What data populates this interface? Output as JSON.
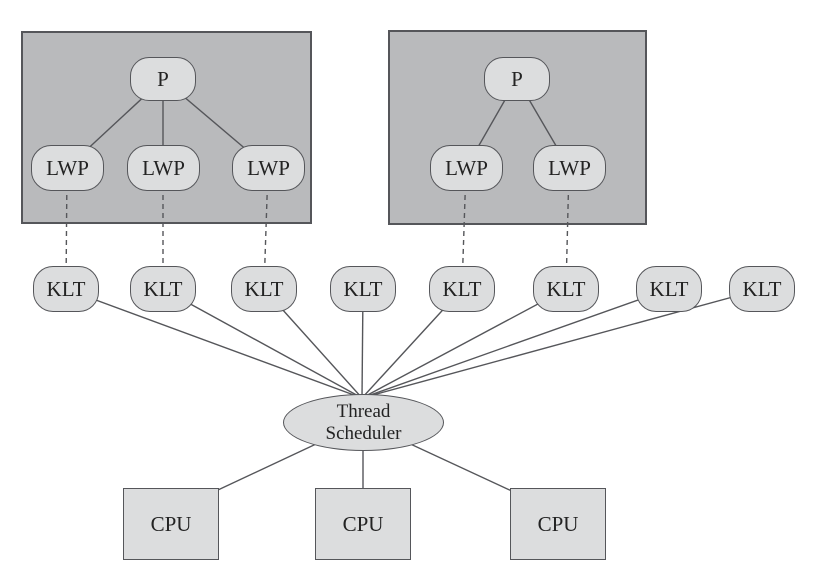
{
  "colors": {
    "background": "#ffffff",
    "process_box_fill": "#b9babc",
    "node_fill": "#dcddde",
    "stroke": "#55565a",
    "text": "#232323"
  },
  "processes": [
    {
      "label": "P",
      "lwps": [
        {
          "label": "LWP"
        },
        {
          "label": "LWP"
        },
        {
          "label": "LWP"
        }
      ]
    },
    {
      "label": "P",
      "lwps": [
        {
          "label": "LWP"
        },
        {
          "label": "LWP"
        }
      ]
    }
  ],
  "klts": [
    {
      "label": "KLT"
    },
    {
      "label": "KLT"
    },
    {
      "label": "KLT"
    },
    {
      "label": "KLT"
    },
    {
      "label": "KLT"
    },
    {
      "label": "KLT"
    },
    {
      "label": "KLT"
    },
    {
      "label": "KLT"
    }
  ],
  "scheduler": {
    "line1": "Thread",
    "line2": "Scheduler"
  },
  "cpus": [
    {
      "label": "CPU"
    },
    {
      "label": "CPU"
    },
    {
      "label": "CPU"
    }
  ]
}
